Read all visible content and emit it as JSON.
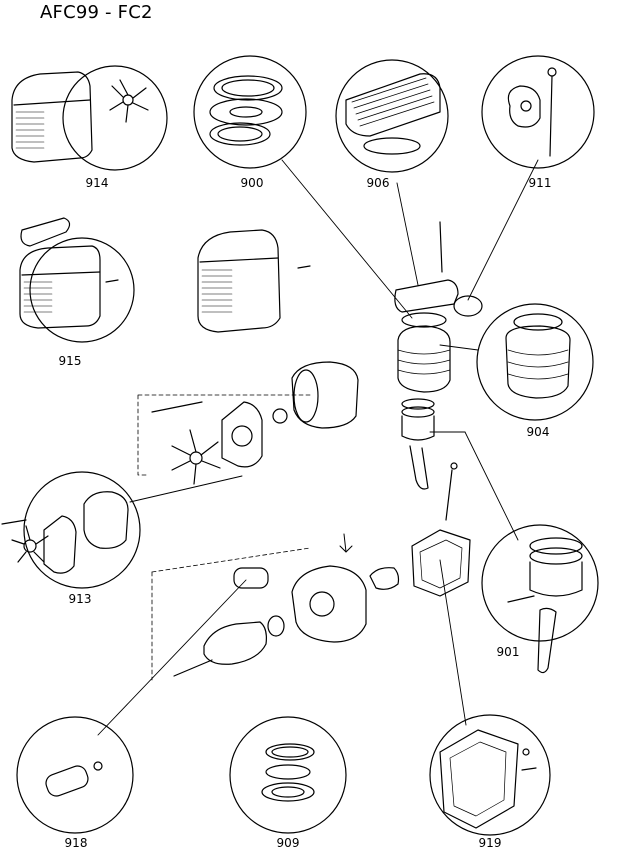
{
  "title": "AFC99 - FC2",
  "callouts": {
    "c914": "914",
    "c900": "900",
    "c906": "906",
    "c911": "911",
    "c915": "915",
    "c904": "904",
    "c913": "913",
    "c901": "901",
    "c918": "918",
    "c909": "909",
    "c919": "919"
  }
}
